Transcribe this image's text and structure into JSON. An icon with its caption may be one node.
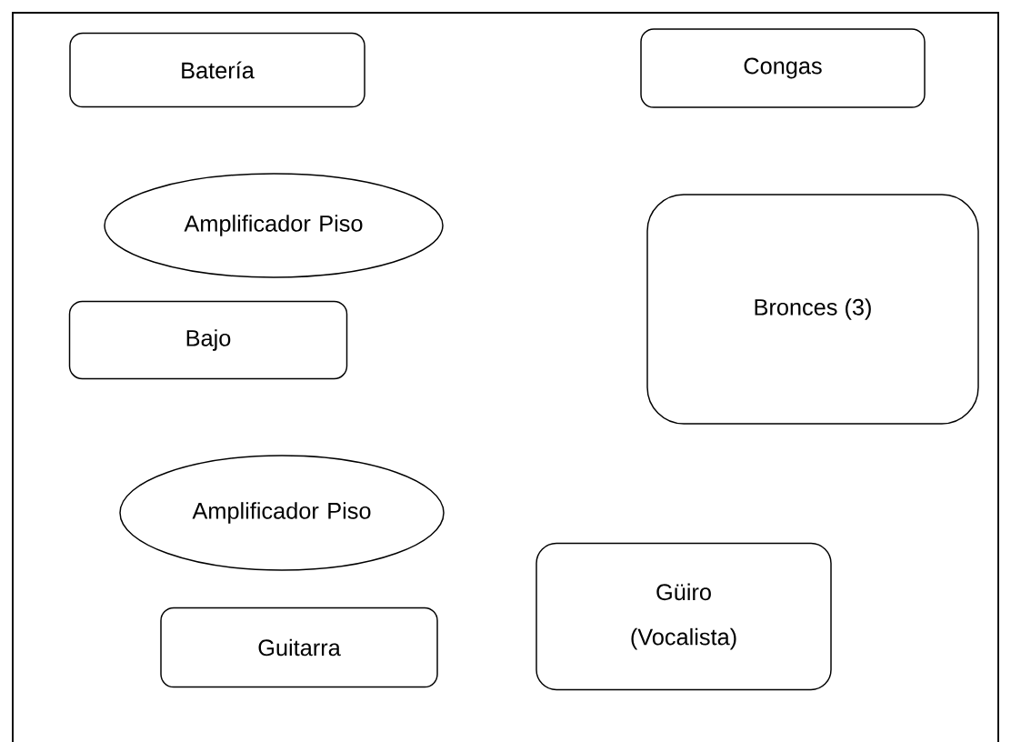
{
  "diagram": {
    "nodes": [
      {
        "text": [
          "Batería"
        ]
      },
      {
        "text": [
          "Congas"
        ]
      },
      {
        "text": [
          "Amplificador Piso"
        ]
      },
      {
        "text": [
          "Bronces (3)"
        ]
      },
      {
        "text": [
          "Bajo"
        ]
      },
      {
        "text": [
          "Amplificador Piso"
        ]
      },
      {
        "text": [
          "Güiro",
          "(Vocalista)"
        ]
      },
      {
        "text": [
          "Guitarra"
        ]
      }
    ]
  }
}
